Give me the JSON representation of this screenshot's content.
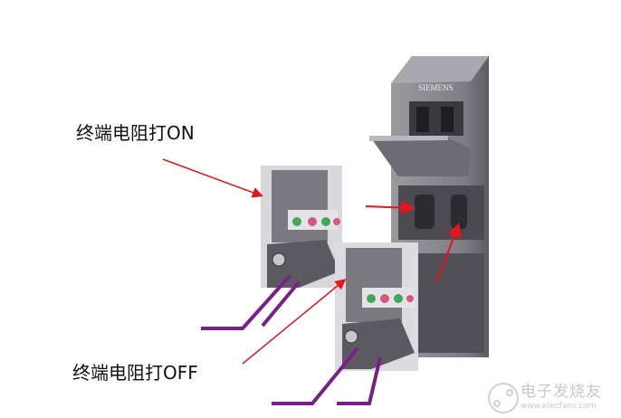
{
  "labels": {
    "on": "终端电阻打ON",
    "off": "终端电阻打OFF"
  },
  "module_brand": "SIEMENS",
  "watermark": {
    "name": "电子发烧友",
    "url": "www.elecfans.com"
  },
  "colors": {
    "arrow": "#e8141b",
    "cable": "#7a1e8c",
    "device": "#8a8a8e"
  }
}
